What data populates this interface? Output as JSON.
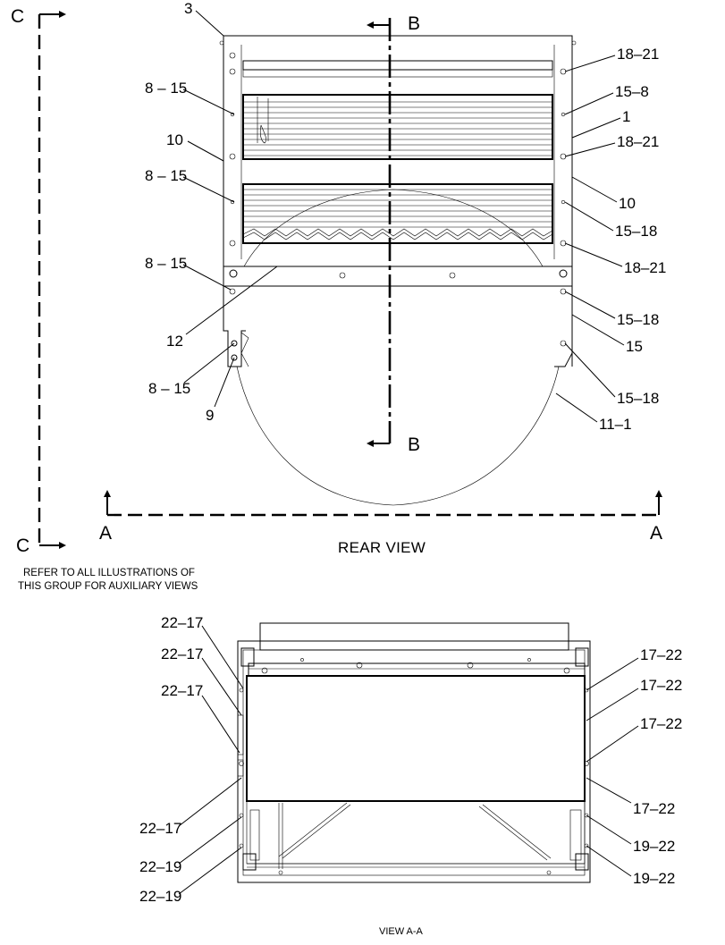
{
  "rear_view": {
    "caption": "REAR VIEW",
    "section_marks": {
      "b_top": "B",
      "b_bottom": "B",
      "a_left": "A",
      "a_right": "A",
      "c_top": "C",
      "c_bottom": "C"
    },
    "callouts_left": [
      "3",
      "8 – 15",
      "10",
      "8 – 15",
      "8 – 15",
      "12",
      "8 – 15",
      "9"
    ],
    "callouts_right": [
      "18–21",
      "15–8",
      "1",
      "18–21",
      "10",
      "15–18",
      "18–21",
      "15–18",
      "15",
      "15–18",
      "11–1"
    ]
  },
  "note": {
    "line1": "REFER TO ALL ILLUSTRATIONS OF",
    "line2": "THIS GROUP FOR AUXILIARY VIEWS"
  },
  "view_aa": {
    "caption": "VIEW A-A",
    "callouts_left": [
      "22–17",
      "22–17",
      "22–17",
      "22–17",
      "22–19",
      "22–19"
    ],
    "callouts_right": [
      "17–22",
      "17–22",
      "17–22",
      "17–22",
      "19–22",
      "19–22"
    ]
  }
}
